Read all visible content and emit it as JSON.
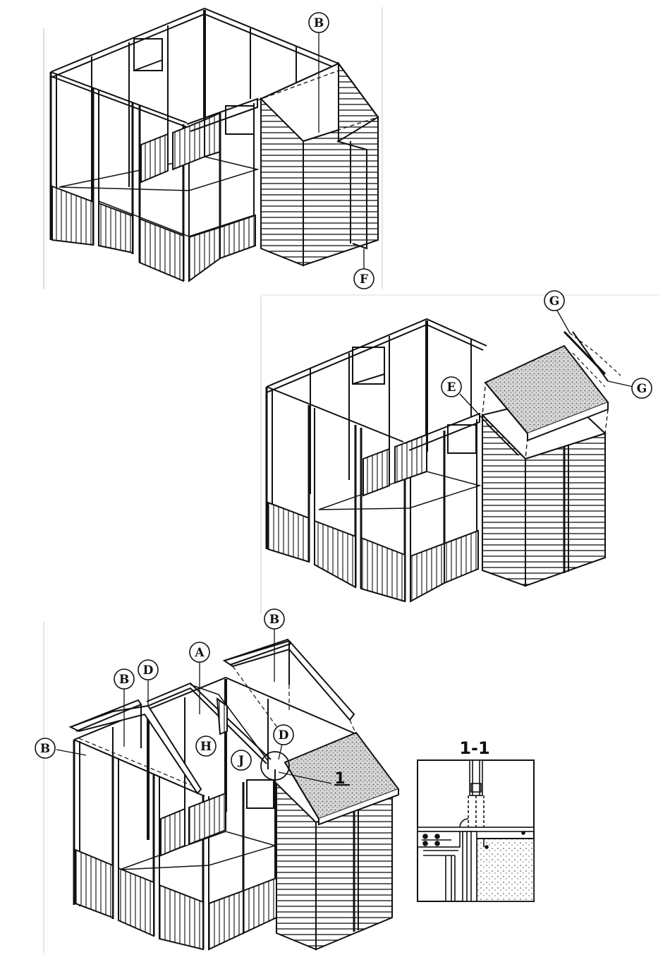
{
  "figure_1": {
    "callouts": {
      "b": "B",
      "f": "F"
    }
  },
  "figure_2": {
    "callouts": {
      "e": "E",
      "g_top": "G",
      "g_right": "G"
    }
  },
  "figure_3": {
    "callouts": {
      "b_top": "B",
      "b_mid": "B",
      "b_left": "B",
      "a": "A",
      "d_upper": "D",
      "d_lower": "D",
      "h": "H",
      "j": "J"
    },
    "section_marker": "1"
  },
  "detail": {
    "title": "1-1"
  },
  "colors": {
    "line": "#111111",
    "background": "#ffffff",
    "shingle": "#c8c8c8"
  }
}
